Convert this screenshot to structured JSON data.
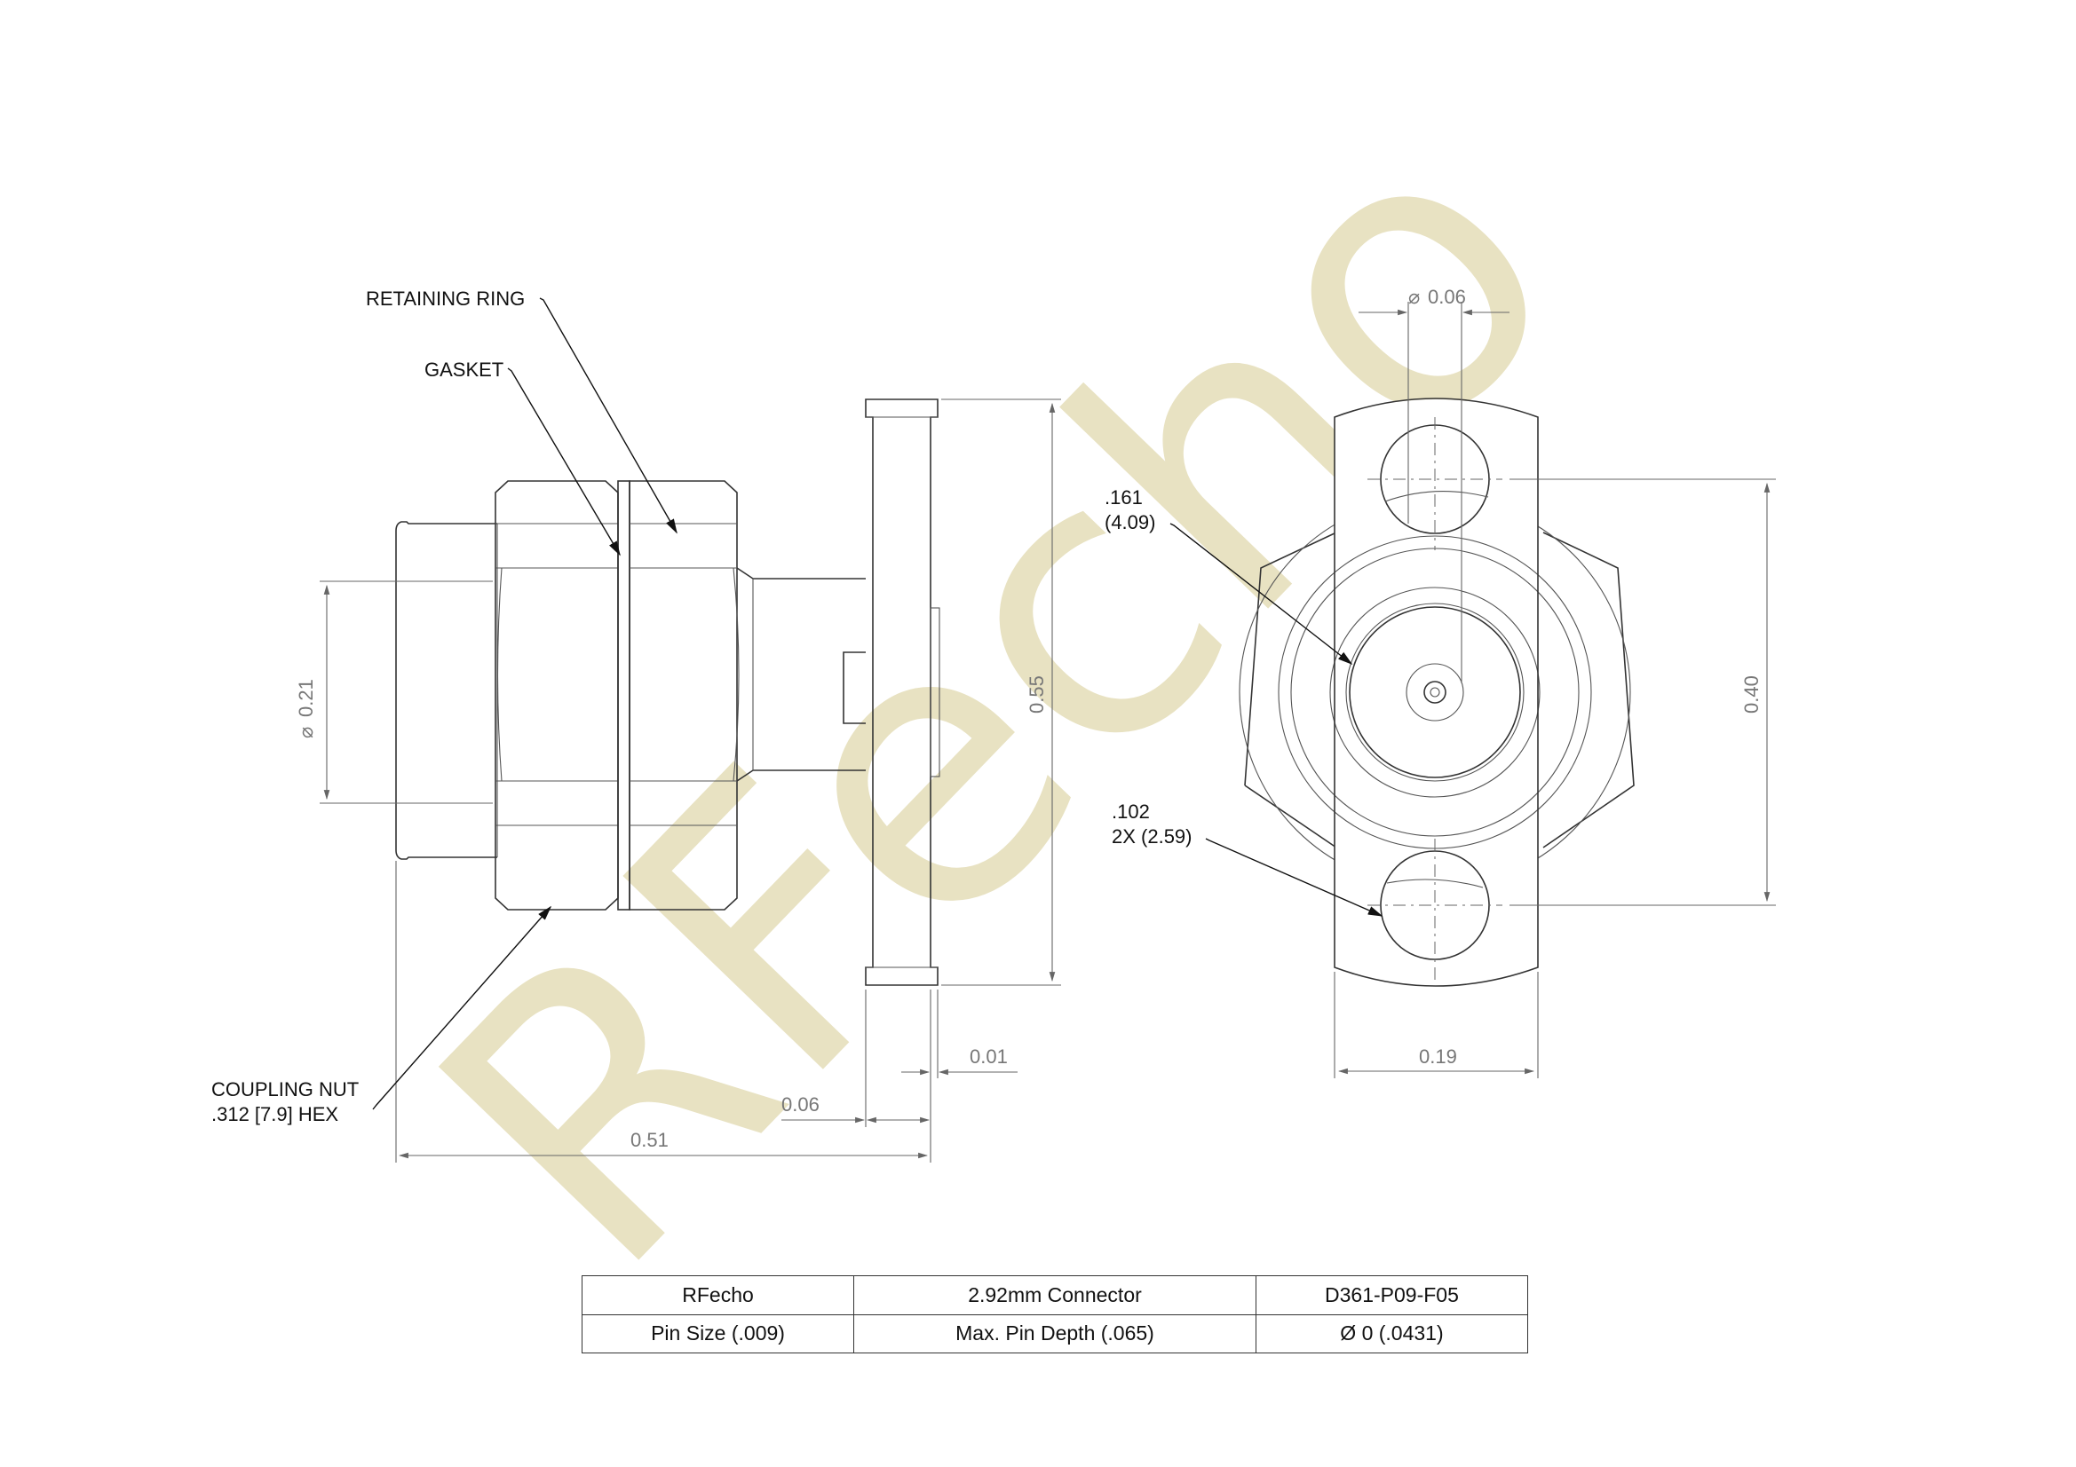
{
  "watermark": "RFecho",
  "callouts": {
    "retaining_ring": "RETAINING RING",
    "gasket": "GASKET",
    "coupling_nut_line1": "COUPLING NUT",
    "coupling_nut_line2": ".312 [7.9] HEX",
    "hole_dia_line1": ".161",
    "hole_dia_line2": "(4.09)",
    "mount_hole_line1": ".102",
    "mount_hole_line2": "2X (2.59)"
  },
  "dimensions": {
    "body_diameter": "0.21",
    "flange_height": "0.55",
    "flange_thickness": "0.01",
    "flange_offset": "0.06",
    "overall_length": "0.51",
    "pin_diameter": "0.06",
    "hole_spacing": "0.40",
    "flange_width": "0.19"
  },
  "title_block": {
    "rows": [
      [
        "RFecho",
        "2.92mm Connector",
        "D361-P09-F05"
      ],
      [
        "Pin Size (.009)",
        "Max. Pin Depth (.065)",
        "Ø 0 (.0431)"
      ]
    ]
  }
}
